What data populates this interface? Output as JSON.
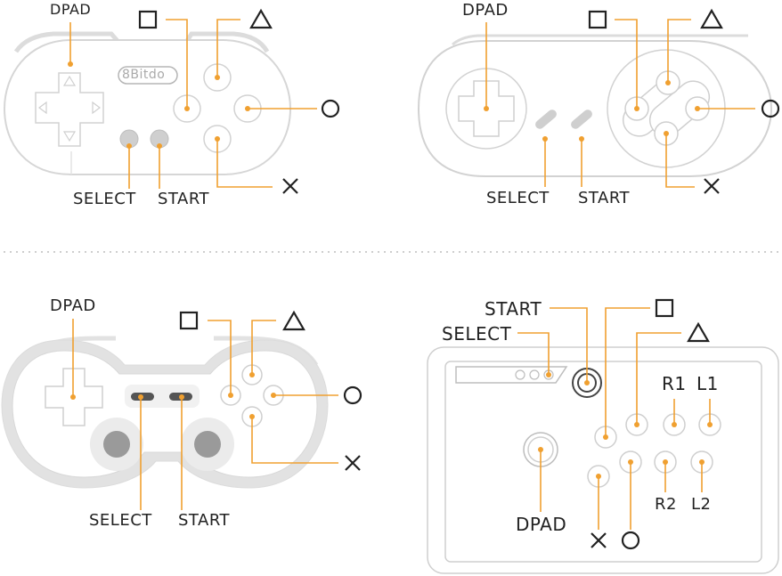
{
  "accent_color": "#f0a030",
  "outline_color": "#d2d2d2",
  "label_color": "#222222",
  "icons": {
    "square": "square-icon",
    "triangle": "triangle-icon",
    "circle": "circle-icon",
    "cross": "cross-icon"
  },
  "panels": {
    "zero": {
      "logo": "8Bitdo",
      "dpad": "DPAD",
      "select": "SELECT",
      "start": "START"
    },
    "snes": {
      "dpad": "DPAD",
      "select": "SELECT",
      "start": "START"
    },
    "pad": {
      "dpad": "DPAD",
      "select": "SELECT",
      "start": "START"
    },
    "arcade": {
      "start": "START",
      "select": "SELECT",
      "dpad": "DPAD",
      "r1": "R1",
      "l1": "L1",
      "r2": "R2",
      "l2": "L2"
    }
  }
}
